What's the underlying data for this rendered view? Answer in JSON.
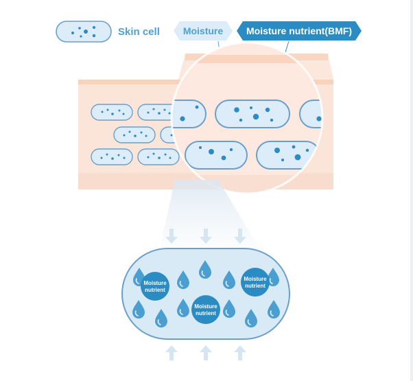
{
  "legend": {
    "skin_cell_label": "Skin cell",
    "moisture_label": "Moisture",
    "bmf_label": "Moisture nutrient(BMF)"
  },
  "nutrient_cell": {
    "badge_line1": "Moisture",
    "badge_line2": "nutrient"
  },
  "colors": {
    "cell_fill": "#dcecf8",
    "cell_stroke": "#6a9fcc",
    "dot": "#2a8cc2",
    "moisture_tag": "#dcecf8",
    "bmf_tag": "#2a8cc2",
    "skin_band": "#fbe2d6",
    "skin_top": "#f7c9a8",
    "arrow": "#d5e6f2"
  }
}
